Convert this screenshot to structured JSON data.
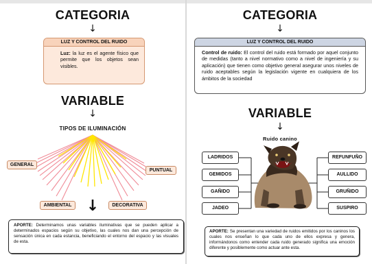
{
  "left": {
    "category_title": "CATEGORIA",
    "category_box": {
      "header": "LUZ Y CONTROL DEL RUIDO",
      "body_term": "Luz:",
      "body_text": " la luz es el agente físico que permite que los objetos sean visibles."
    },
    "variable_title": "VARIABLE",
    "subtitle": "TIPOS DE ILUMINACIÓN",
    "types": [
      "GENERAL",
      "PUNTUAL",
      "AMBIENTAL",
      "DECORATIVA"
    ],
    "aporte_label": "APORTE:",
    "aporte_text": " Determinamos unas variables iluminativas que se pueden aplicar a determinados espacios según su objetivo, las cuales nos dan una percepción de sensación única en cada estancia, beneficiando el entorno del espacio y las visuales de esta."
  },
  "right": {
    "category_title": "CATEGORIA",
    "category_box": {
      "header": "LUZ Y CONTROL DEL RUIDO",
      "body_term": "Control de ruido:",
      "body_text": " El control del ruido está formado por aquel conjunto de medidas (tanto a nivel normativo como a nivel de ingeniería y su aplicación) que tienen como objetivo general asegurar unos niveles de ruido aceptables según la legislación vigente en cualquiera de los ámbitos de la sociedad"
    },
    "variable_title": "VARIABLE",
    "subtitle": "Ruido canino",
    "noises_left": [
      "LADRIDOS",
      "GEMIDOS",
      "GAÑIDO",
      "JADEO"
    ],
    "noises_right": [
      "REFUNFUÑO",
      "AULLIDO",
      "GRUÑIDO",
      "SUSPIRO"
    ],
    "aporte_label": "APORTE:",
    "aporte_text": " Se presentan una variedad de ruidos emitidos por los caninos los cuales nos enseñan lo que cada uno de ellos expresa y genera, informándonos como entender cada ruido generado significa una emoción diferente y posiblemente como actuar ante esta."
  },
  "arrow_glyph": "↓",
  "colors": {
    "left_box_fill": "#fde9dc",
    "left_box_head": "#f8d3bb",
    "left_box_border": "#d59770",
    "right_box_fill": "#ffffff",
    "right_box_head": "#cdd5e3",
    "right_box_border": "#555555",
    "ray_yellow": "#ffe600",
    "ray_red": "#f08a96",
    "tag_fill": "#fce9dc",
    "tag_border": "#c98a64"
  }
}
